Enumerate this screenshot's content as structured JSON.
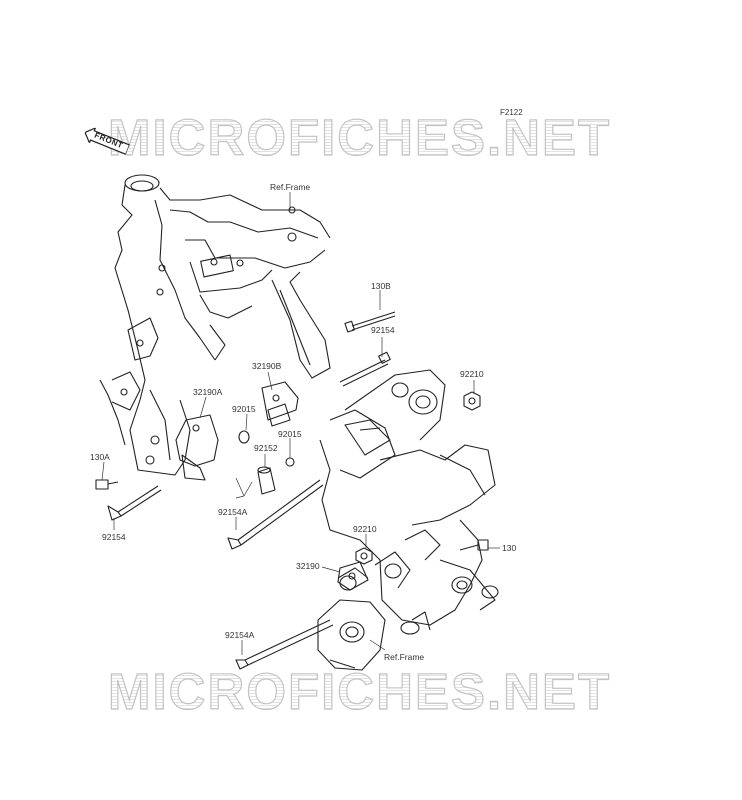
{
  "figure_code": "F2122",
  "watermark": "MICROFICHES.NET",
  "front_marker": "FRONT",
  "labels": {
    "ref_frame_top": "Ref.Frame",
    "p130b": "130B",
    "p92154_a": "92154",
    "p32190b": "32190B",
    "p92210_a": "92210",
    "p32190a": "32190A",
    "p92015_a": "92015",
    "p92015_b": "92015",
    "p92152": "92152",
    "p130a": "130A",
    "p92154_b": "92154",
    "p92154a_a": "92154A",
    "p92210_b": "92210",
    "p130": "130",
    "p32190": "32190",
    "p92154a_b": "92154A",
    "ref_frame_bottom": "Ref.Frame"
  }
}
